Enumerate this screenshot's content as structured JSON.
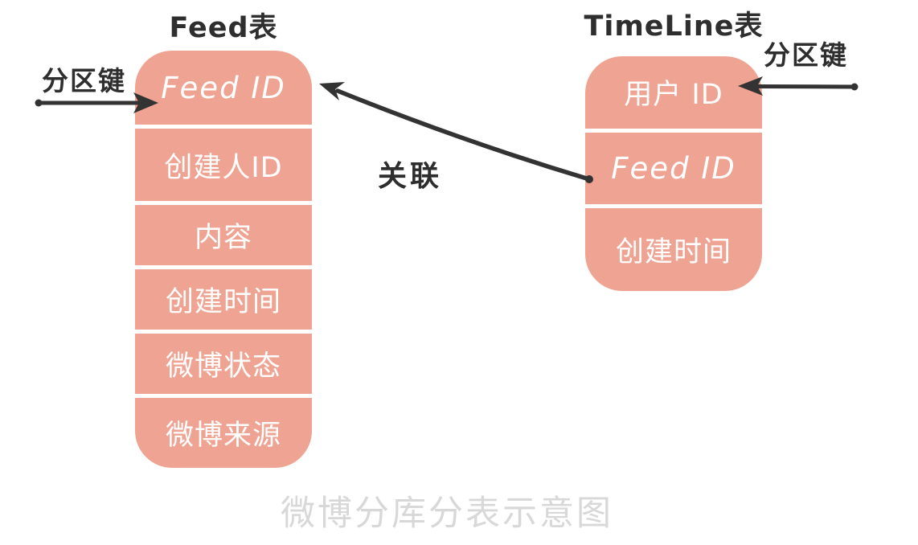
{
  "diagram": {
    "feed_table": {
      "title": "Feed表",
      "rows": [
        "Feed ID",
        "创建人ID",
        "内容",
        "创建时间",
        "微博状态",
        "微博来源"
      ]
    },
    "timeline_table": {
      "title": "TimeLine表",
      "rows": [
        "用户 ID",
        "Feed ID",
        "创建时间"
      ]
    },
    "labels": {
      "partition_key_left": "分区键",
      "partition_key_right": "分区键",
      "relation": "关联",
      "caption": "微博分库分表示意图"
    },
    "colors": {
      "table_fill": "#EFA493",
      "row_text": "#FFFFFF",
      "divider": "#FFFFFF",
      "arrow": "#333333",
      "label_text": "#2E2E2E",
      "caption_text": "#D8D8D8"
    }
  }
}
